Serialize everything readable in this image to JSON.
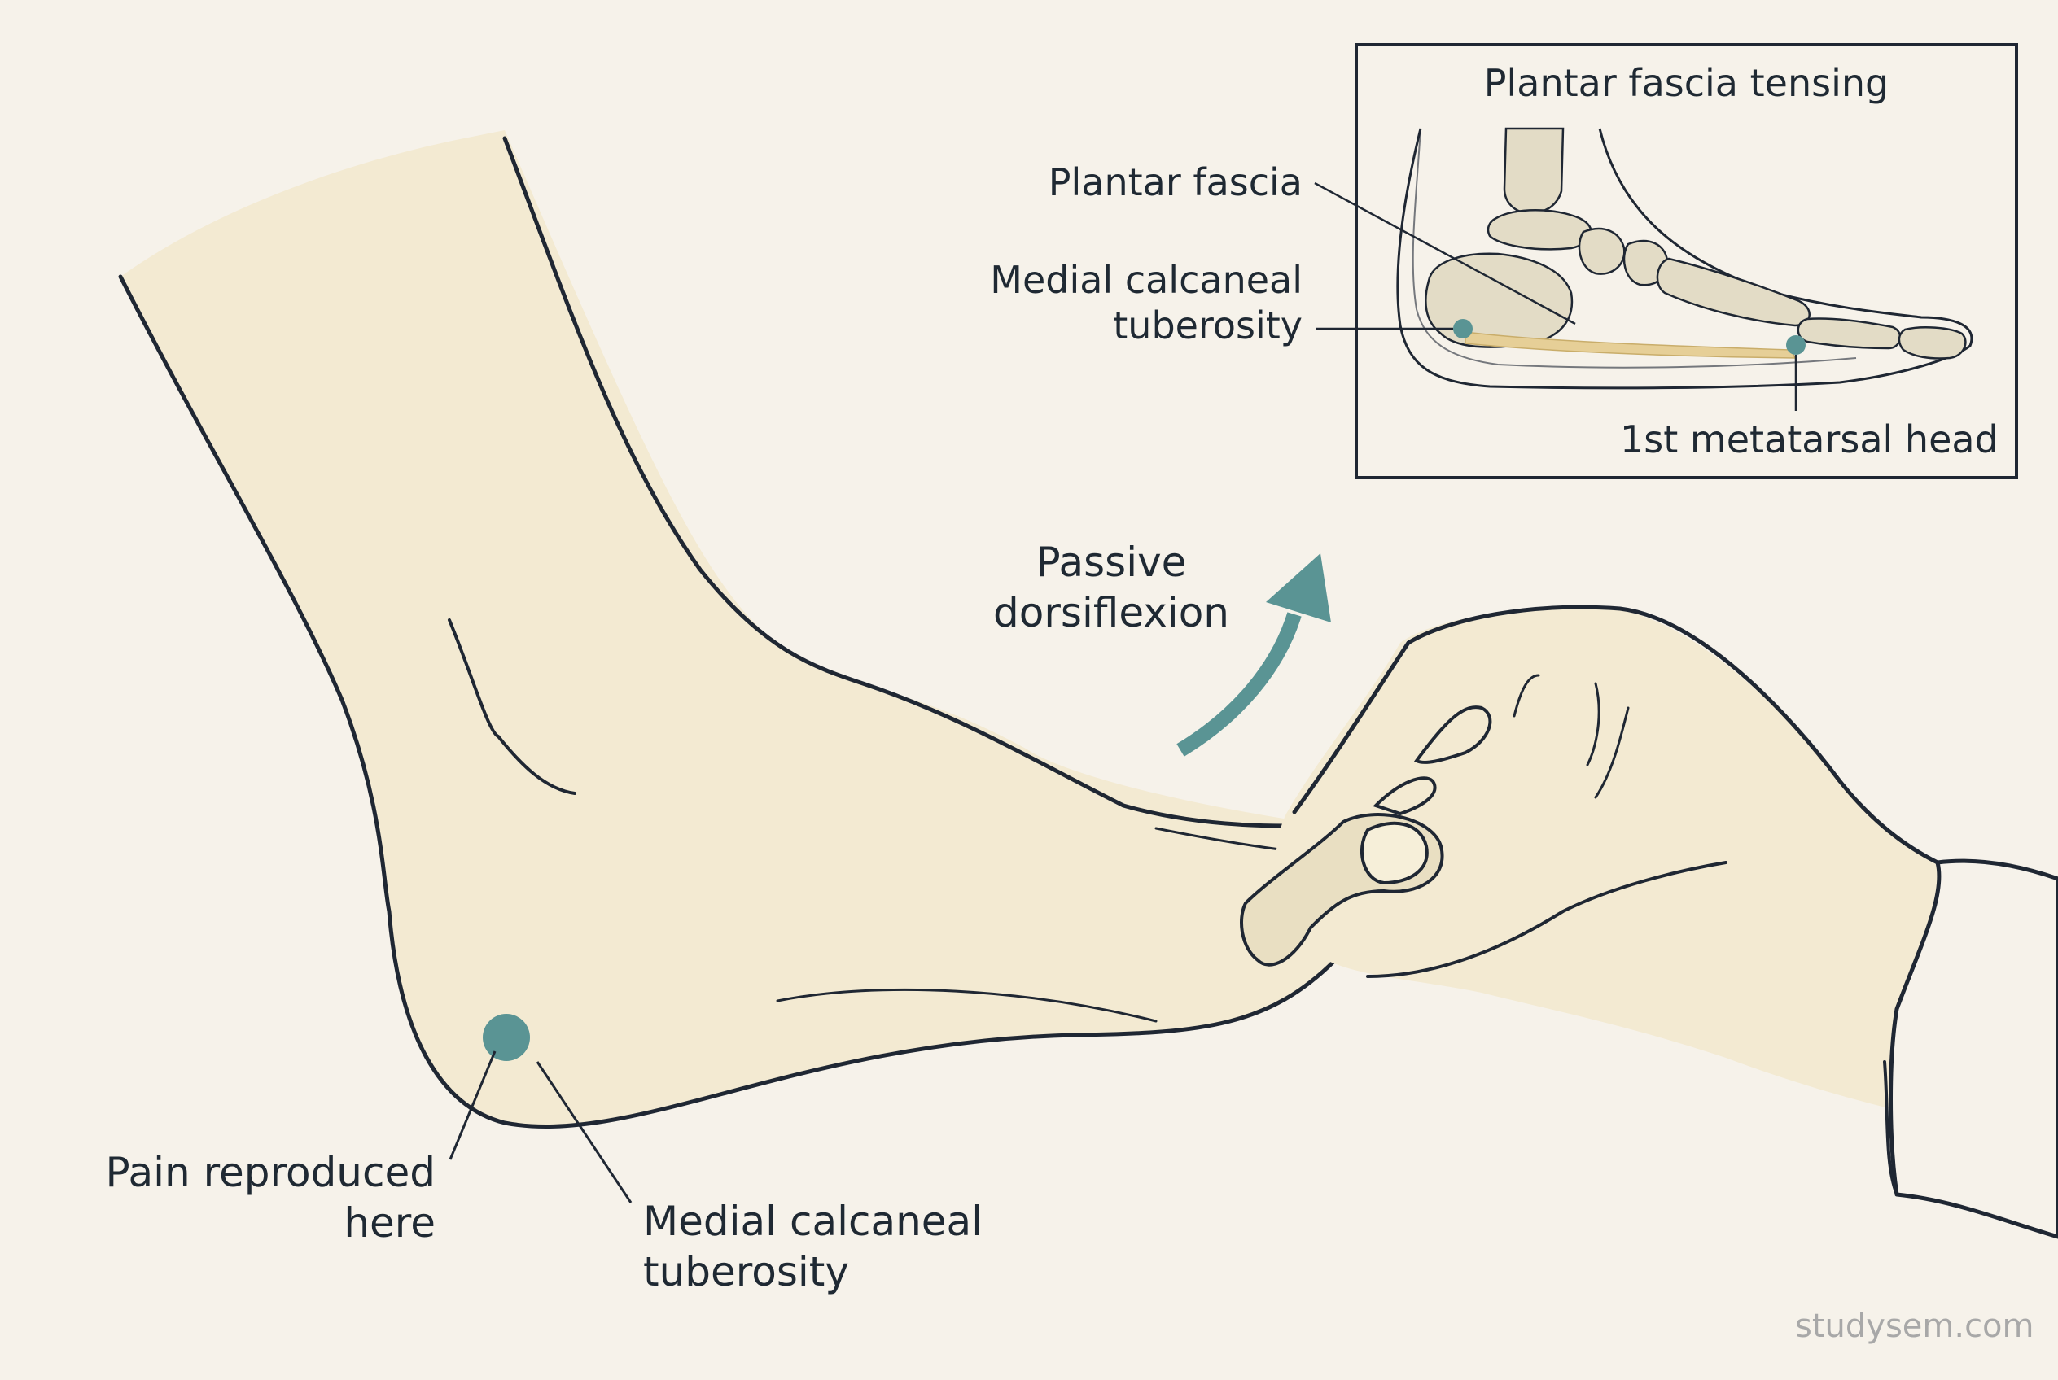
{
  "figure": {
    "action_label_line1": "Passive",
    "action_label_line2": "dorsiflexion",
    "pain_label_line1": "Pain reproduced",
    "pain_label_line2": "here",
    "tuberosity_label_line1": "Medial calcaneal",
    "tuberosity_label_line2": "tuberosity"
  },
  "inset": {
    "title": "Plantar fascia tensing",
    "fascia_label": "Plantar fascia",
    "tuberosity_label_line1": "Medial calcaneal",
    "tuberosity_label_line2": "tuberosity",
    "metatarsal_label": "1st metatarsal head"
  },
  "watermark": "studysem.com",
  "colors": {
    "background": "#f6f2ea",
    "skin": "#f3ead2",
    "outline": "#1f2733",
    "accent_teal": "#5a9494",
    "bone": "#e3dcc6",
    "fascia": "#e6cf97"
  }
}
